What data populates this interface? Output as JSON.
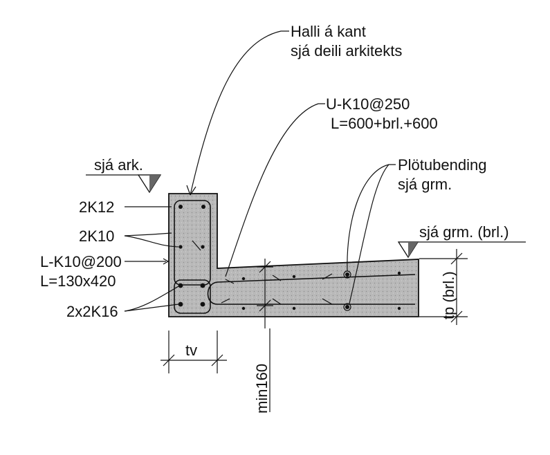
{
  "colors": {
    "concrete": "#b9b9b9",
    "ink": "#111111",
    "background": "#ffffff"
  },
  "labels": {
    "edge_note_line1": "Halli á kant",
    "edge_note_line2": "sjá deili arkitekts",
    "u_bar_line1": "U-K10@250",
    "u_bar_line2": "L=600+brl.+600",
    "slab_rebar_line1": "Plötubending",
    "slab_rebar_line2": "sjá grm.",
    "level_arch": "sjá ark.",
    "level_grm": "sjá grm. (brl.)",
    "bar_top": "2K12",
    "bar_mid": "2K10",
    "stirrup_line1": "L-K10@200",
    "stirrup_line2": "L=130x420",
    "bar_bottom": "2x2K16",
    "dim_tv": "tv",
    "dim_min": "min160",
    "dim_tp": "tp (brl.)"
  }
}
